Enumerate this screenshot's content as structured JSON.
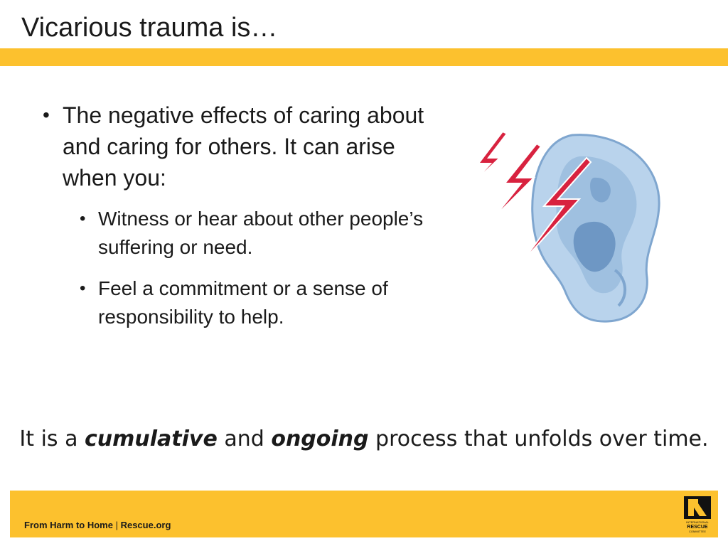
{
  "slide": {
    "title": "Vicarious trauma is…"
  },
  "bullets": {
    "main": "The negative effects of caring about and caring for others. It can arise when you:",
    "sub": [
      "Witness or hear about other people’s suffering or need.",
      "Feel a commitment or a sense of responsibility to help."
    ]
  },
  "summary": {
    "prefix": "It is a ",
    "emph1": "cumulative",
    "middle": " and ",
    "emph2": "ongoing",
    "suffix": " process that unfolds over time."
  },
  "footer": {
    "source": "From Harm to Home",
    "separator": " | ",
    "site": "Rescue.org",
    "logo_text_top": "INTERNATIONAL",
    "logo_text_main": "RESCUE",
    "logo_text_bottom": "COMMITTEE"
  },
  "colors": {
    "accent": "#fcc12e",
    "ear": "#9fc0e0",
    "lightning": "#d8223f"
  },
  "icons": {
    "illustration": "ear-with-lightning-icon",
    "logo": "rescue-logo-icon"
  }
}
